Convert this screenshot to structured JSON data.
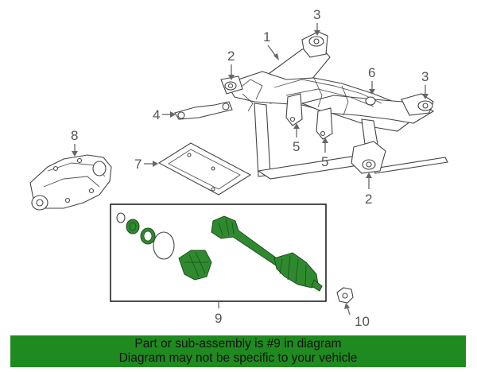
{
  "callouts": {
    "c1": "1",
    "c2a": "2",
    "c2b": "2",
    "c3a": "3",
    "c3b": "3",
    "c4": "4",
    "c5a": "5",
    "c5b": "5",
    "c6": "6",
    "c7": "7",
    "c8": "8",
    "c9": "9",
    "c10": "10"
  },
  "banner": {
    "line1": "Part or sub-assembly is #9 in diagram",
    "line2": "Diagram may not be specific to your vehicle"
  },
  "colors": {
    "highlight": "#2f8a2f",
    "banner": "#1f8a1f"
  }
}
